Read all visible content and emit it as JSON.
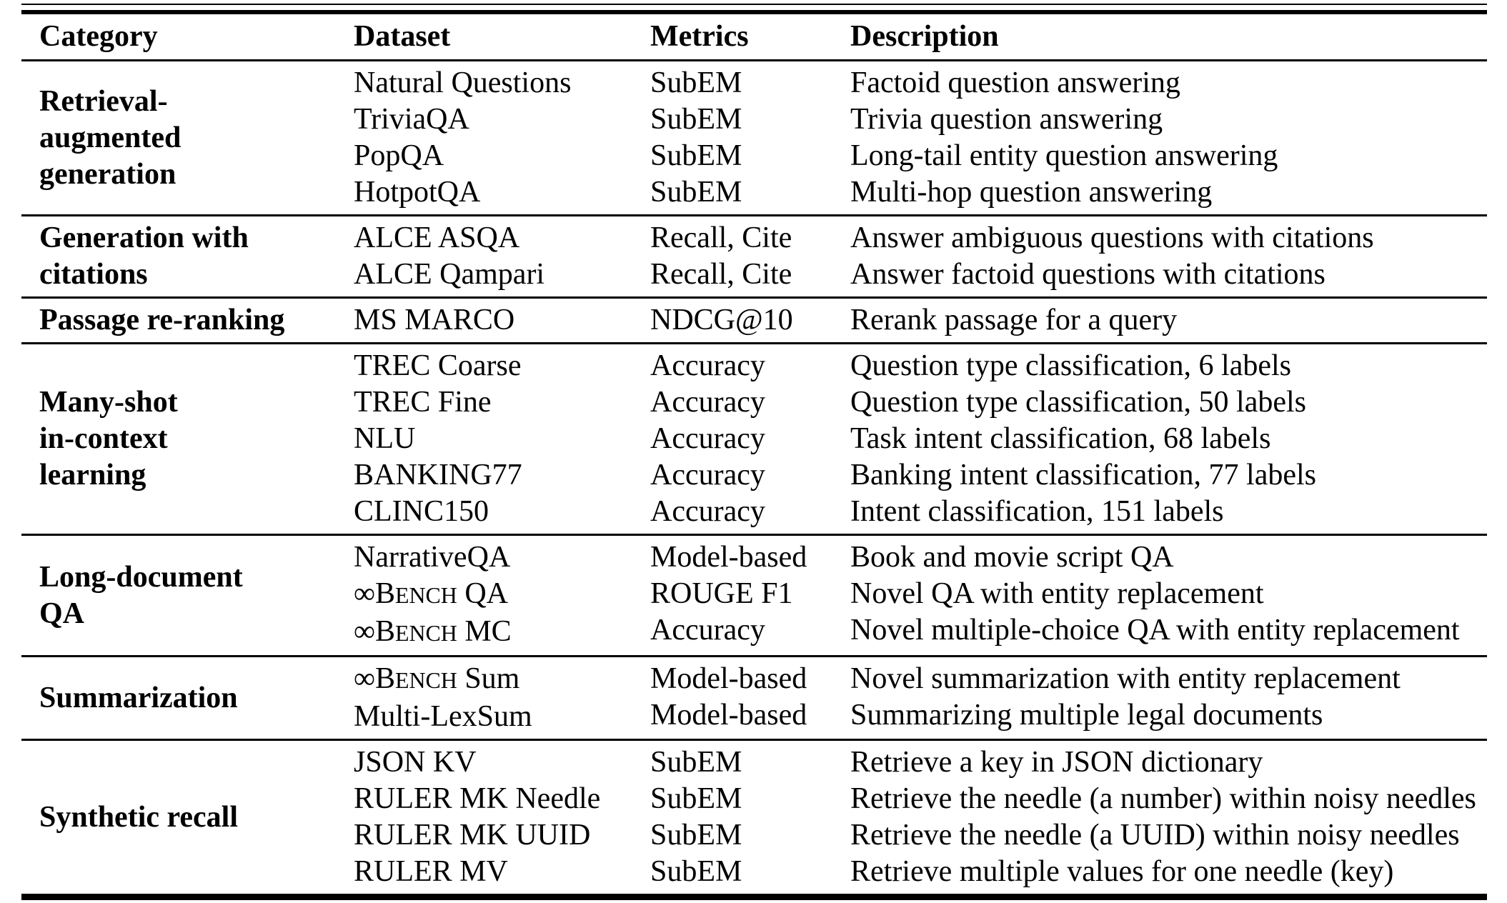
{
  "table": {
    "columns": {
      "category": "Category",
      "dataset": "Dataset",
      "metrics": "Metrics",
      "description": "Description"
    },
    "groups": [
      {
        "category": "Retrieval-augmented generation",
        "category_lines": [
          "Retrieval-",
          "augmented",
          "generation"
        ],
        "rows": [
          {
            "dataset": "Natural Questions",
            "metric": "SubEM",
            "description": "Factoid question answering"
          },
          {
            "dataset": "TriviaQA",
            "metric": "SubEM",
            "description": "Trivia question answering"
          },
          {
            "dataset": "PopQA",
            "metric": "SubEM",
            "description": "Long-tail entity question answering"
          },
          {
            "dataset": "HotpotQA",
            "metric": "SubEM",
            "description": "Multi-hop question answering"
          }
        ]
      },
      {
        "category": "Generation with citations",
        "category_lines": [
          "Generation with",
          "citations"
        ],
        "rows": [
          {
            "dataset": "ALCE ASQA",
            "metric": "Recall, Cite",
            "description": "Answer ambiguous questions with citations"
          },
          {
            "dataset": "ALCE Qampari",
            "metric": "Recall, Cite",
            "description": "Answer factoid questions with citations"
          }
        ]
      },
      {
        "category": "Passage re-ranking",
        "category_lines": [
          "Passage re-ranking"
        ],
        "rows": [
          {
            "dataset": "MS MARCO",
            "metric": "NDCG@10",
            "description": "Rerank passage for a query"
          }
        ]
      },
      {
        "category": "Many-shot in-context learning",
        "category_lines": [
          "Many-shot",
          "in-context",
          "learning"
        ],
        "rows": [
          {
            "dataset": "TREC Coarse",
            "metric": "Accuracy",
            "description": "Question type classification, 6 labels"
          },
          {
            "dataset": "TREC Fine",
            "metric": "Accuracy",
            "description": "Question type classification, 50 labels"
          },
          {
            "dataset": "NLU",
            "metric": "Accuracy",
            "description": "Task intent classification, 68 labels"
          },
          {
            "dataset": "BANKING77",
            "metric": "Accuracy",
            "description": "Banking intent classification, 77 labels"
          },
          {
            "dataset": "CLINC150",
            "metric": "Accuracy",
            "description": "Intent classification, 151 labels"
          }
        ]
      },
      {
        "category": "Long-document QA",
        "category_lines": [
          "Long-document",
          "QA"
        ],
        "rows": [
          {
            "dataset": "NarrativeQA",
            "metric": "Model-based",
            "description": "Book and movie script QA"
          },
          {
            "dataset_parts": [
              {
                "text": "∞B"
              },
              {
                "text": "ENCH",
                "smallcaps": true
              },
              {
                "text": " QA"
              }
            ],
            "metric": "ROUGE F1",
            "description": "Novel QA with entity replacement"
          },
          {
            "dataset_parts": [
              {
                "text": "∞B"
              },
              {
                "text": "ENCH",
                "smallcaps": true
              },
              {
                "text": " MC"
              }
            ],
            "metric": "Accuracy",
            "description": "Novel multiple-choice QA with entity replacement"
          }
        ]
      },
      {
        "category": "Summarization",
        "category_lines": [
          "Summarization"
        ],
        "rows": [
          {
            "dataset_parts": [
              {
                "text": "∞B"
              },
              {
                "text": "ENCH",
                "smallcaps": true
              },
              {
                "text": " Sum"
              }
            ],
            "metric": "Model-based",
            "description": "Novel summarization with entity replacement"
          },
          {
            "dataset": "Multi-LexSum",
            "metric": "Model-based",
            "description": "Summarizing multiple legal documents"
          }
        ]
      },
      {
        "category": "Synthetic recall",
        "category_lines": [
          "Synthetic recall"
        ],
        "rows": [
          {
            "dataset": "JSON KV",
            "metric": "SubEM",
            "description": "Retrieve a key in JSON dictionary"
          },
          {
            "dataset": "RULER MK Needle",
            "metric": "SubEM",
            "description": "Retrieve the needle (a number) within noisy needles"
          },
          {
            "dataset": "RULER MK UUID",
            "metric": "SubEM",
            "description": "Retrieve the needle (a UUID) within noisy needles"
          },
          {
            "dataset": "RULER MV",
            "metric": "SubEM",
            "description": "Retrieve multiple values for one needle (key)"
          }
        ]
      }
    ]
  }
}
